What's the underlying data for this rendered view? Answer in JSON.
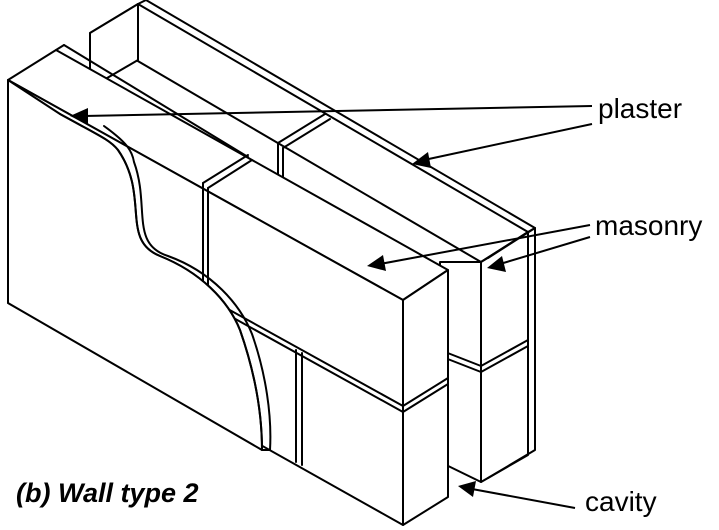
{
  "labels": {
    "plaster": "plaster",
    "masonry": "masonry",
    "cavity": "cavity"
  },
  "caption": "(b) Wall type 2",
  "colors": {
    "line": "#000000",
    "background": "#ffffff"
  }
}
